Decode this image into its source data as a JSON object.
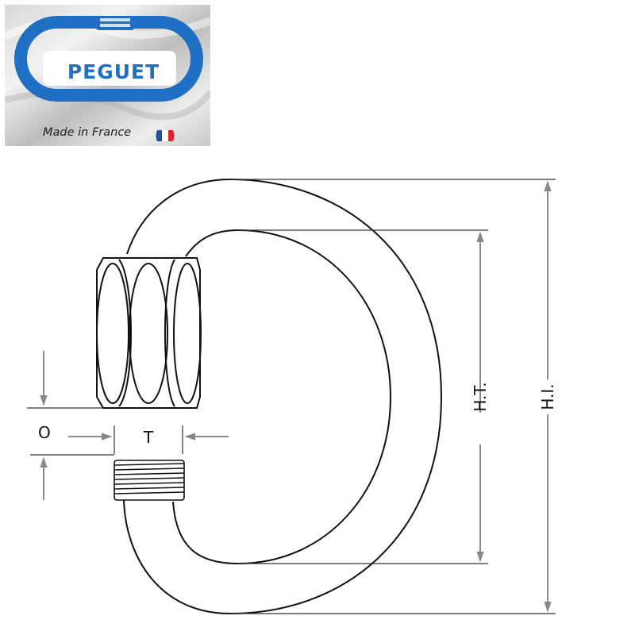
{
  "logo": {
    "brand": "PEGUET",
    "tagline": "Made in France",
    "brand_color": "#1f6fc4",
    "flag_colors": [
      "#1f4fa8",
      "#ffffff",
      "#d7262d"
    ]
  },
  "dimensions": {
    "opening_label": "O",
    "thread_label": "T",
    "inner_height_label": "H.T.",
    "outer_height_label": "H.I."
  }
}
